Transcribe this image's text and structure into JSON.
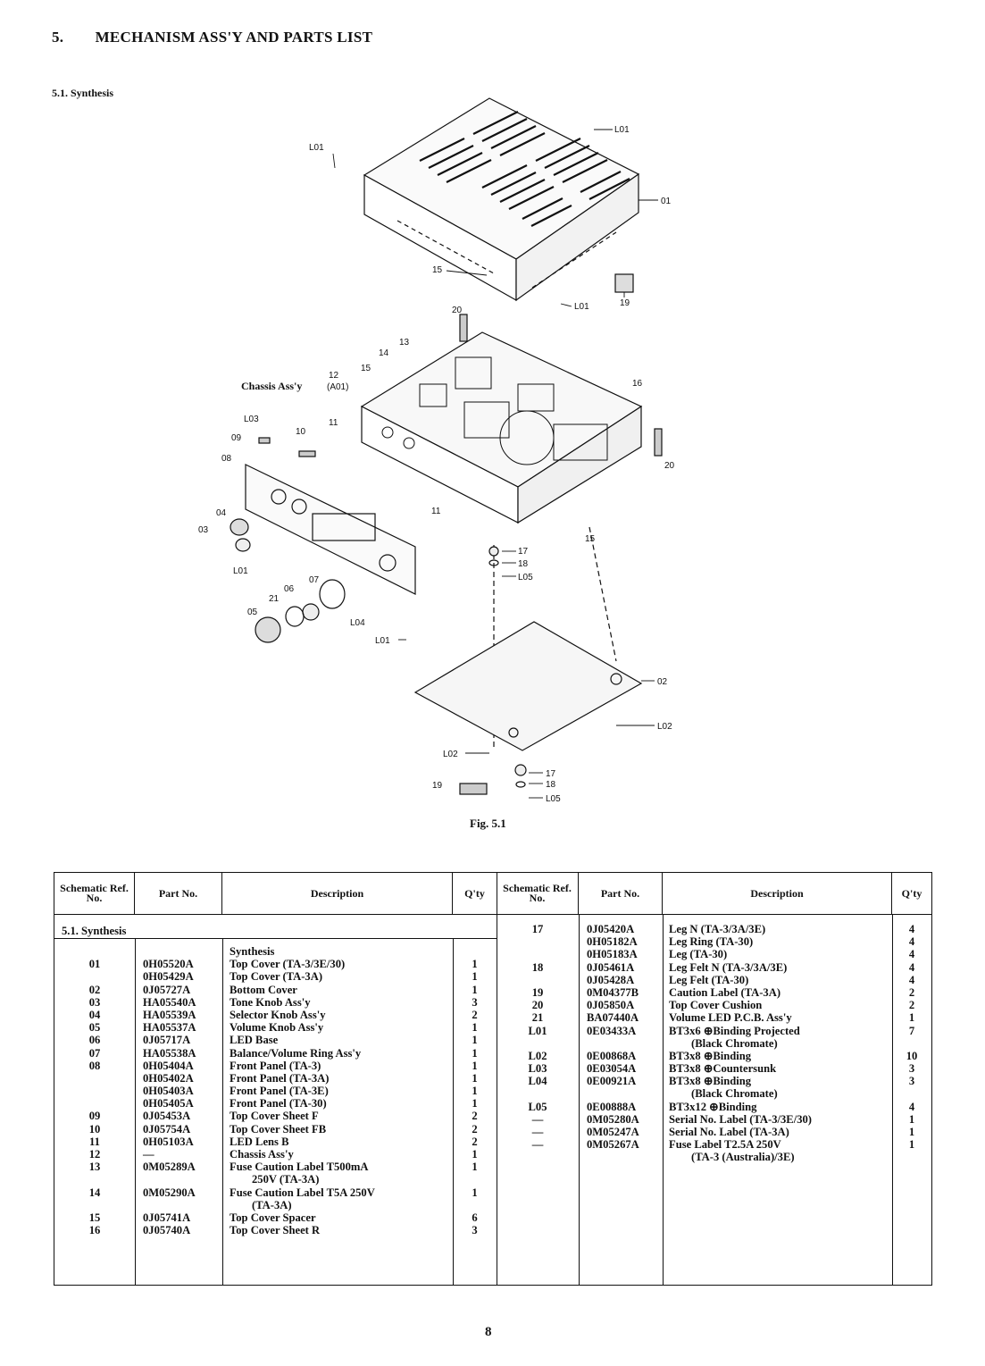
{
  "section": {
    "number": "5.",
    "title": "MECHANISM ASS'Y AND PARTS LIST"
  },
  "subsection": {
    "title": "5.1. Synthesis"
  },
  "figure": {
    "caption": "Fig. 5.1",
    "labels": {
      "l01a": "L01",
      "l01b": "L01",
      "l01c": "L01",
      "l01d": "L01",
      "l01e": "L01",
      "n01": "01",
      "n15a": "15",
      "n19a": "19",
      "n20a": "20",
      "n13": "13",
      "n14": "14",
      "n15b": "15",
      "n12": "12",
      "chassis": "Chassis Ass'y",
      "a01": "(A01)",
      "n16": "16",
      "l03": "L03",
      "n11a": "11",
      "n10": "10",
      "n09": "09",
      "n08": "08",
      "n20b": "20",
      "n04": "04",
      "n03": "03",
      "n11b": "11",
      "n15c": "15",
      "n17a": "17",
      "n18a": "18",
      "l05a": "L05",
      "n07": "07",
      "n06": "06",
      "n21": "21",
      "n05": "05",
      "l04": "L04",
      "n02": "02",
      "l02a": "L02",
      "l02b": "L02",
      "n17b": "17",
      "n18b": "18",
      "l05b": "L05",
      "n19b": "19"
    }
  },
  "table": {
    "headers": {
      "ref": "Schematic Ref. No.",
      "part": "Part No.",
      "desc": "Description",
      "qty": "Q'ty"
    },
    "section_label": "5.1. Synthesis",
    "left_rows": [
      {
        "ref": "",
        "part": "",
        "desc": "Synthesis",
        "qty": ""
      },
      {
        "ref": "01",
        "part": "0H05520A",
        "desc": "Top Cover (TA-3/3E/30)",
        "qty": "1"
      },
      {
        "ref": "",
        "part": "0H05429A",
        "desc": "Top Cover (TA-3A)",
        "qty": "1"
      },
      {
        "ref": "02",
        "part": "0J05727A",
        "desc": "Bottom Cover",
        "qty": "1"
      },
      {
        "ref": "03",
        "part": "HA05540A",
        "desc": "Tone Knob Ass'y",
        "qty": "3"
      },
      {
        "ref": "04",
        "part": "HA05539A",
        "desc": "Selector Knob Ass'y",
        "qty": "2"
      },
      {
        "ref": "05",
        "part": "HA05537A",
        "desc": "Volume Knob Ass'y",
        "qty": "1"
      },
      {
        "ref": "06",
        "part": "0J05717A",
        "desc": "LED Base",
        "qty": "1"
      },
      {
        "ref": "07",
        "part": "HA05538A",
        "desc": "Balance/Volume Ring Ass'y",
        "qty": "1"
      },
      {
        "ref": "08",
        "part": "0H05404A",
        "desc": "Front Panel (TA-3)",
        "qty": "1"
      },
      {
        "ref": "",
        "part": "0H05402A",
        "desc": "Front Panel (TA-3A)",
        "qty": "1"
      },
      {
        "ref": "",
        "part": "0H05403A",
        "desc": "Front Panel (TA-3E)",
        "qty": "1"
      },
      {
        "ref": "",
        "part": "0H05405A",
        "desc": "Front Panel (TA-30)",
        "qty": "1"
      },
      {
        "ref": "09",
        "part": "0J05453A",
        "desc": "Top Cover Sheet F",
        "qty": "2"
      },
      {
        "ref": "10",
        "part": "0J05754A",
        "desc": "Top Cover Sheet FB",
        "qty": "2"
      },
      {
        "ref": "11",
        "part": "0H05103A",
        "desc": "LED Lens B",
        "qty": "2"
      },
      {
        "ref": "12",
        "part": "—",
        "desc": "Chassis Ass'y",
        "qty": "1"
      },
      {
        "ref": "13",
        "part": "0M05289A",
        "desc": "Fuse Caution Label T500mA",
        "qty": "1"
      },
      {
        "ref": "",
        "part": "",
        "desc": "250V (TA-3A)",
        "qty": "",
        "indent": true
      },
      {
        "ref": "14",
        "part": "0M05290A",
        "desc": "Fuse Caution Label T5A 250V",
        "qty": "1"
      },
      {
        "ref": "",
        "part": "",
        "desc": "(TA-3A)",
        "qty": "",
        "indent": true
      },
      {
        "ref": "15",
        "part": "0J05741A",
        "desc": "Top Cover Spacer",
        "qty": "6"
      },
      {
        "ref": "16",
        "part": "0J05740A",
        "desc": "Top Cover Sheet R",
        "qty": "3"
      }
    ],
    "right_rows": [
      {
        "ref": "17",
        "part": "0J05420A",
        "desc": "Leg N (TA-3/3A/3E)",
        "qty": "4"
      },
      {
        "ref": "",
        "part": "0H05182A",
        "desc": "Leg Ring (TA-30)",
        "qty": "4"
      },
      {
        "ref": "",
        "part": "0H05183A",
        "desc": "Leg (TA-30)",
        "qty": "4"
      },
      {
        "ref": "18",
        "part": "0J05461A",
        "desc": "Leg Felt N (TA-3/3A/3E)",
        "qty": "4"
      },
      {
        "ref": "",
        "part": "0J05428A",
        "desc": "Leg Felt (TA-30)",
        "qty": "4"
      },
      {
        "ref": "19",
        "part": "0M04377B",
        "desc": "Caution Label (TA-3A)",
        "qty": "2"
      },
      {
        "ref": "20",
        "part": "0J05850A",
        "desc": "Top Cover Cushion",
        "qty": "2"
      },
      {
        "ref": "21",
        "part": "BA07440A",
        "desc": "Volume LED P.C.B. Ass'y",
        "qty": "1"
      },
      {
        "ref": "L01",
        "part": "0E03433A",
        "desc": "BT3x6 ⊕Binding Projected",
        "qty": "7"
      },
      {
        "ref": "",
        "part": "",
        "desc": "(Black Chromate)",
        "qty": "",
        "indent": true
      },
      {
        "ref": "L02",
        "part": "0E00868A",
        "desc": "BT3x8 ⊕Binding",
        "qty": "10"
      },
      {
        "ref": "L03",
        "part": "0E03054A",
        "desc": "BT3x8 ⊕Countersunk",
        "qty": "3"
      },
      {
        "ref": "L04",
        "part": "0E00921A",
        "desc": "BT3x8 ⊕Binding",
        "qty": "3"
      },
      {
        "ref": "",
        "part": "",
        "desc": "(Black Chromate)",
        "qty": "",
        "indent": true
      },
      {
        "ref": "L05",
        "part": "0E00888A",
        "desc": "BT3x12 ⊕Binding",
        "qty": "4"
      },
      {
        "ref": "—",
        "part": "0M05280A",
        "desc": "Serial No. Label (TA-3/3E/30)",
        "qty": "1"
      },
      {
        "ref": "—",
        "part": "0M05247A",
        "desc": "Serial No. Label (TA-3A)",
        "qty": "1"
      },
      {
        "ref": "—",
        "part": "0M05267A",
        "desc": "Fuse Label T2.5A 250V",
        "qty": "1"
      },
      {
        "ref": "",
        "part": "",
        "desc": "(TA-3 (Australia)/3E)",
        "qty": "",
        "indent": true
      }
    ]
  },
  "page_number": "8"
}
